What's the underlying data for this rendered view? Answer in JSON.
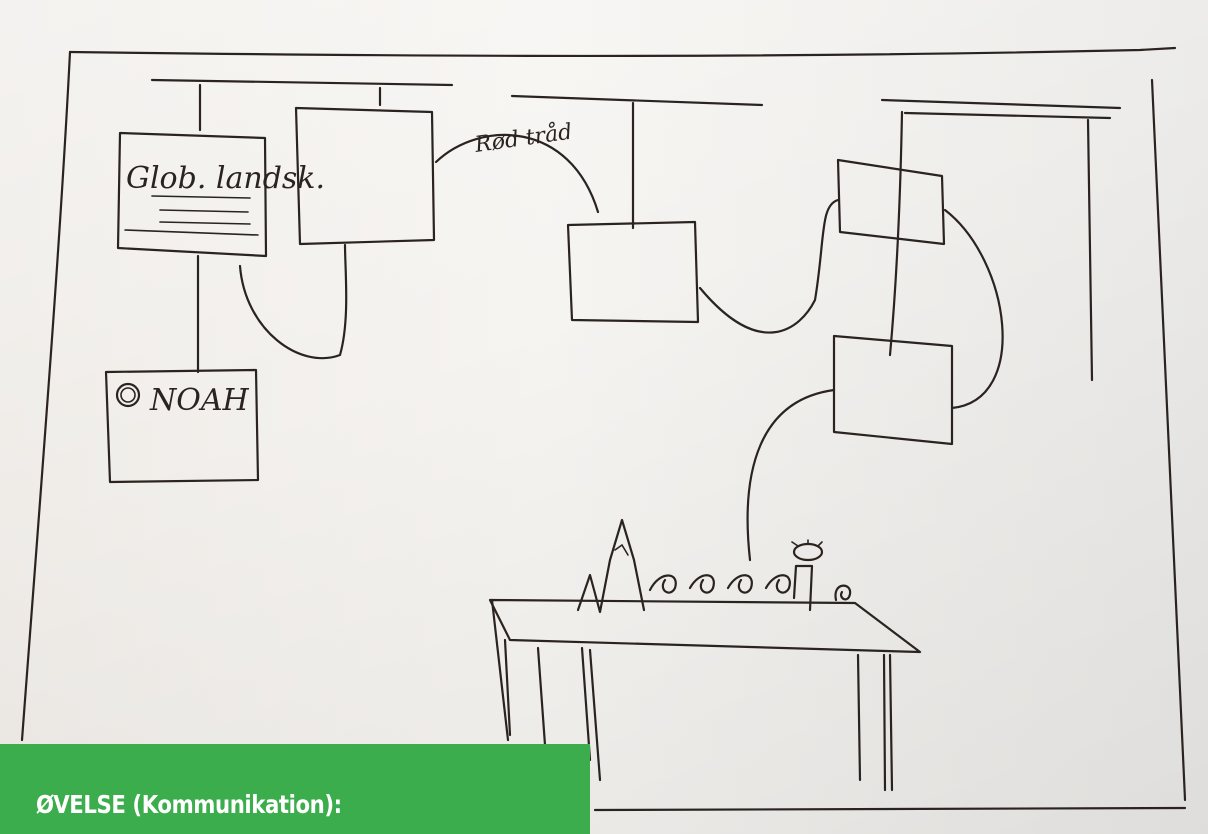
{
  "sketch": {
    "box_label_top": "Glob. landsk.",
    "box_label_bottom": "NOAH",
    "thread_label": "Rød tråd"
  },
  "banner": {
    "text": "ØVELSE (Kommunikation):",
    "color": "#3cad4c"
  }
}
